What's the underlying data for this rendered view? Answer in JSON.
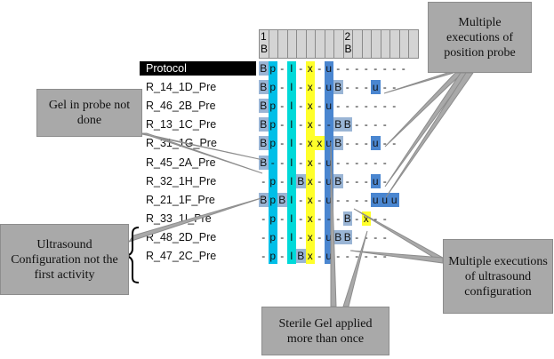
{
  "header": {
    "columns": [
      {
        "digit": "1",
        "sub": "B"
      },
      {
        "digit": "",
        "sub": ""
      },
      {
        "digit": "",
        "sub": ""
      },
      {
        "digit": "",
        "sub": ""
      },
      {
        "digit": "",
        "sub": ""
      },
      {
        "digit": "",
        "sub": ""
      },
      {
        "digit": "",
        "sub": ""
      },
      {
        "digit": "",
        "sub": ""
      },
      {
        "digit": "",
        "sub": ""
      },
      {
        "digit": "2",
        "sub": "B"
      },
      {
        "digit": "",
        "sub": ""
      },
      {
        "digit": "",
        "sub": ""
      },
      {
        "digit": "",
        "sub": ""
      },
      {
        "digit": "",
        "sub": ""
      },
      {
        "digit": "",
        "sub": ""
      },
      {
        "digit": "",
        "sub": ""
      },
      {
        "digit": "",
        "sub": ""
      }
    ]
  },
  "rows": [
    {
      "label": "Protocol",
      "cells": [
        "B",
        "p",
        "-",
        "I",
        "-",
        "x",
        "-",
        "u",
        "-",
        "-",
        "-",
        "-",
        "-",
        "-",
        "-",
        "-",
        ""
      ]
    },
    {
      "label": "R_14_1D_Pre",
      "cells": [
        "B",
        "p",
        "-",
        "I",
        "-",
        "x",
        "-",
        "u",
        "B",
        "-",
        "-",
        "-",
        "u",
        "-",
        "-",
        "",
        ""
      ]
    },
    {
      "label": "R_46_2B_Pre",
      "cells": [
        "B",
        "p",
        "-",
        "I",
        "-",
        "x",
        "-",
        "u",
        "-",
        "-",
        "-",
        "-",
        "-",
        "-",
        "-",
        "",
        ""
      ]
    },
    {
      "label": "R_13_1C_Pre",
      "cells": [
        "B",
        "p",
        "-",
        "I",
        "-",
        "x",
        "-",
        "-",
        "B",
        "B",
        "-",
        "-",
        "-",
        "-",
        "",
        "",
        ""
      ]
    },
    {
      "label": "R_31_1G_Pre",
      "cells": [
        "B",
        "p",
        "-",
        "I",
        "-",
        "x",
        "x",
        "u",
        "B",
        "-",
        "-",
        "-",
        "u",
        "-",
        "-",
        "",
        ""
      ]
    },
    {
      "label": "R_45_2A_Pre",
      "cells": [
        "B",
        "-",
        "-",
        "I",
        "-",
        "x",
        "-",
        "u",
        "-",
        "-",
        "-",
        "-",
        "-",
        "-",
        "",
        "",
        ""
      ]
    },
    {
      "label": "R_32_1H_Pre",
      "cells": [
        "-",
        "p",
        "-",
        "I",
        "B",
        "x",
        "-",
        "u",
        "B",
        "-",
        "-",
        "-",
        "u",
        "-",
        "",
        "",
        ""
      ]
    },
    {
      "label": "R_21_1F_Pre",
      "cells": [
        "B",
        "p",
        "B",
        "I",
        "-",
        "x",
        "-",
        "u",
        "-",
        "-",
        "-",
        "-",
        "u",
        "u",
        "u",
        "",
        ""
      ]
    },
    {
      "label": "R_33_1I_Pre",
      "cells": [
        "-",
        "p",
        "-",
        "I",
        "-",
        "x",
        "-",
        "-",
        "-",
        "B",
        "-",
        "x",
        "-",
        "-",
        "",
        "",
        ""
      ]
    },
    {
      "label": "R_48_2D_Pre",
      "cells": [
        "-",
        "p",
        "-",
        "I",
        "-",
        "x",
        "-",
        "u",
        "B",
        "B",
        "-",
        "-",
        "-",
        "-",
        "",
        "",
        ""
      ]
    },
    {
      "label": "R_47_2C_Pre",
      "cells": [
        "-",
        "p",
        "-",
        "I",
        "B",
        "x",
        "-",
        "u",
        "-",
        "-",
        "-",
        "-",
        "-",
        "-",
        "",
        "",
        ""
      ]
    }
  ],
  "highlights": {
    "blue": "#4a86d0",
    "lightblue": "#9ab5d5",
    "cyan": "#00bfe8",
    "teal": "#00d9d9",
    "yellow": "#ffff2a"
  },
  "callouts": {
    "multiple_position_probe": "Multiple executions of position probe",
    "gel_not_done": "Gel in probe not done",
    "ultrasound_not_first": "Ultrasound Configuration not the first activity",
    "multiple_ultrasound": "Multiple executions of ultrasound configuration",
    "sterile_gel_more": "Sterile Gel applied more than once"
  }
}
